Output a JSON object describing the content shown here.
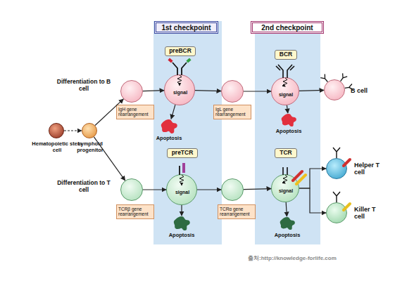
{
  "diagram": {
    "nodes": [
      {
        "text": [
          "1st checkpoint"
        ]
      },
      {
        "text": [
          "2nd checkpoint"
        ]
      },
      {
        "text": [
          "Hematopoietic stem cell"
        ]
      },
      {
        "text": [
          "Lymphoid progenitor"
        ]
      },
      {
        "text": [
          "IgH gene rearrangement"
        ]
      },
      {
        "text": [
          "preBCR",
          "signal"
        ],
        "in": 0
      },
      {
        "text": [
          "Apoptosis"
        ],
        "in": 0
      },
      {
        "text": [
          "IgL gene rearrangement"
        ]
      },
      {
        "text": [
          "BCR",
          "signal"
        ],
        "in": 1
      },
      {
        "text": [
          "Apoptosis"
        ],
        "in": 1
      },
      {
        "text": [
          "B cell"
        ]
      },
      {
        "text": [
          "TCRβ gene rearrangement"
        ]
      },
      {
        "text": [
          "preTCR",
          "signal"
        ],
        "in": 0
      },
      {
        "text": [
          "Apoptosis"
        ],
        "in": 0
      },
      {
        "text": [
          "TCRα gene rearrangement"
        ]
      },
      {
        "text": [
          "TCR",
          "signal"
        ],
        "in": 1
      },
      {
        "text": [
          "Apoptosis"
        ],
        "in": 1
      },
      {
        "text": [
          "Helper T cell"
        ]
      },
      {
        "text": [
          "Killer T cell"
        ]
      }
    ],
    "edges": [
      {
        "from": 2,
        "to": 3,
        "arrow": "to"
      },
      {
        "from": 3,
        "to": 4,
        "arrow": "to"
      },
      {
        "from": 3,
        "to": 11,
        "arrow": "to"
      },
      {
        "from": 4,
        "to": 5,
        "arrow": "to"
      },
      {
        "from": 5,
        "to": 7,
        "arrow": "to"
      },
      {
        "from": 5,
        "to": 6,
        "arrow": "to"
      },
      {
        "from": 7,
        "to": 8,
        "arrow": "to"
      },
      {
        "from": 8,
        "to": 10,
        "arrow": "to"
      },
      {
        "from": 8,
        "to": 9,
        "arrow": "to"
      },
      {
        "from": 11,
        "to": 12,
        "arrow": "to"
      },
      {
        "from": 12,
        "to": 14,
        "arrow": "to"
      },
      {
        "from": 12,
        "to": 13,
        "arrow": "to"
      },
      {
        "from": 14,
        "to": 15,
        "arrow": "to"
      },
      {
        "from": 15,
        "to": 17,
        "arrow": "to"
      },
      {
        "from": 15,
        "to": 18,
        "arrow": "to"
      },
      {
        "from": 15,
        "to": 16,
        "arrow": "to"
      }
    ],
    "labels": [
      "Differentiation to B cell",
      "Differentiation to T cell",
      "출처:http://knowledge-forlife.com"
    ]
  }
}
